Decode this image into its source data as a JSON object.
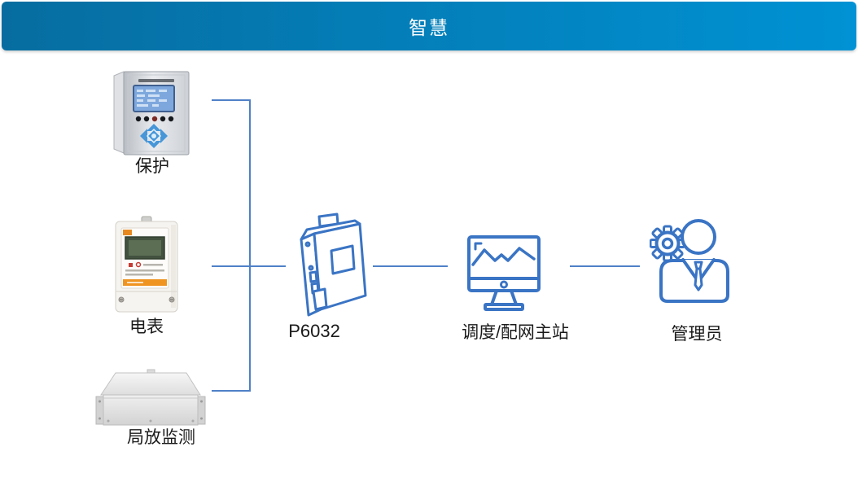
{
  "banner": {
    "title": "智慧"
  },
  "colors": {
    "header_start": "#076da0",
    "header_end": "#0092d4",
    "icon_blue": "#3a74c4",
    "line_blue": "#4f81c7",
    "label_text": "#1a1a1a"
  },
  "devices": {
    "protection": {
      "label": "保护"
    },
    "meter": {
      "label": "电表"
    },
    "partial_discharge": {
      "label": "局放监测"
    },
    "gateway": {
      "label": "P6032"
    },
    "master_station": {
      "label": "调度/配网主站"
    },
    "administrator": {
      "label": "管理员"
    }
  }
}
